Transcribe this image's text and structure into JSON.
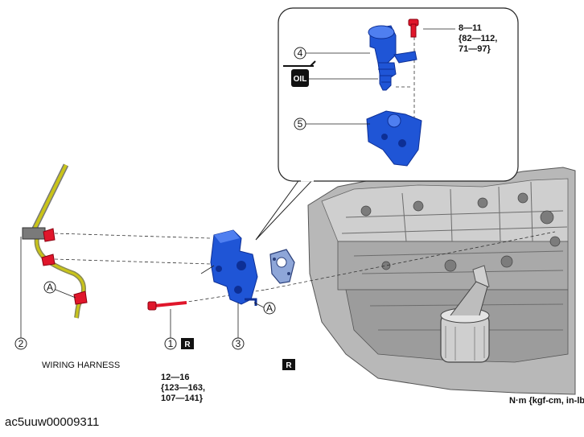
{
  "callouts": {
    "c1": "1",
    "c2": "2",
    "c3": "3",
    "c4": "4",
    "c5": "5",
    "a_left": "A",
    "a_right": "A"
  },
  "wiring_harness": "WIRING HARNESS",
  "r_mark": "R",
  "oil_label": "OIL",
  "torque_bolt1": [
    "12—16",
    "{123—163,",
    "107—141}"
  ],
  "torque_top": [
    "8—11",
    "{82—112,",
    "71—97}"
  ],
  "units": "N·m {kgf-cm, in-lbf}",
  "doc_id": "ac5uuw00009311",
  "colors": {
    "part_blue": "#1f55d6",
    "part_blue_dark": "#0d2f95",
    "bolt_red": "#e0162b",
    "harness_yellow": "#c9c419",
    "engine_gray": "#9a9a9a"
  }
}
